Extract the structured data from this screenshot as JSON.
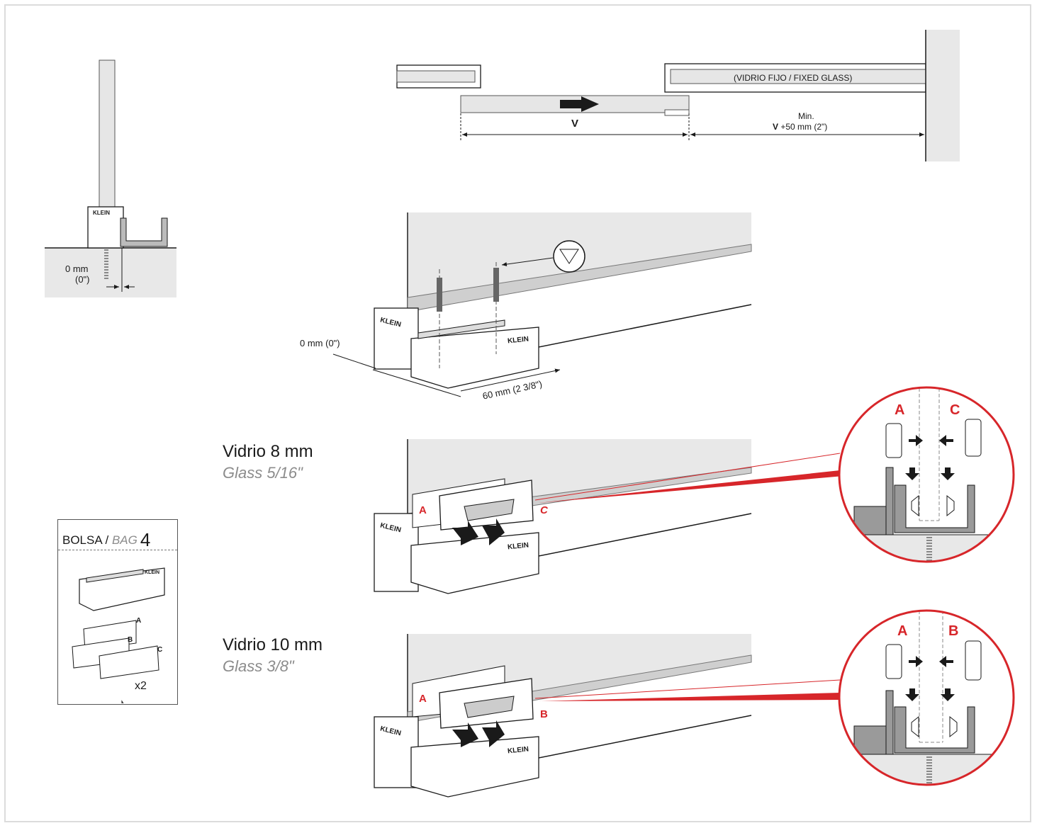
{
  "top_diagram": {
    "fixed_glass_label": "(VIDRIO FIJO / FIXED GLASS)",
    "v_label": "V",
    "min_label": "Min.",
    "min_value_bold": "V",
    "min_value_rest": "+50 mm (2\")"
  },
  "side_detail": {
    "brand": "KLEIN",
    "offset_mm": "0 mm",
    "offset_in": "(0\")"
  },
  "install_diagram": {
    "brand": "KLEIN",
    "offset_label": "0 mm (0\")",
    "width_label": "60 mm (2 3/8\")"
  },
  "glass_8": {
    "title": "Vidrio 8 mm",
    "subtitle": "Glass 5/16\"",
    "clip_left": "A",
    "clip_right": "C",
    "detail_left": "A",
    "detail_right": "C",
    "brand": "KLEIN"
  },
  "glass_10": {
    "title": "Vidrio 10 mm",
    "subtitle": "Glass 3/8\"",
    "clip_left": "A",
    "clip_right": "B",
    "detail_left": "A",
    "detail_right": "B",
    "brand": "KLEIN"
  },
  "bag": {
    "label_es": "BOLSA",
    "separator": " / ",
    "label_en": "BAG",
    "number": "4",
    "part_a": "A",
    "part_b": "B",
    "part_c": "C",
    "brand": "KLEIN",
    "screw_qty": "x2"
  },
  "colors": {
    "accent_red": "#d7262a",
    "panel_grey": "#e8e8e8",
    "line": "#1a1a1a"
  }
}
